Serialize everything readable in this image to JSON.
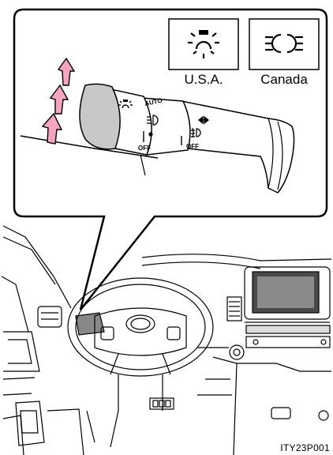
{
  "variant_labels": {
    "usa": "U.S.A.",
    "canada": "Canada"
  },
  "lever_labels": {
    "auto": "AUTO",
    "off_upper": "OFF",
    "off_lower": "OFF"
  },
  "figure_code": "ITY23P001",
  "icons": {
    "usa": "tail-light-icon",
    "canada": "parking-light-icon",
    "headlight": "headlight-icon",
    "fog": "front-fog-icon",
    "high_beam": "high-beam-flash-icon"
  },
  "colors": {
    "arrow_fill": "#f4a6c0",
    "lever_shade": "#c8c8c8",
    "outline": "#000000"
  }
}
